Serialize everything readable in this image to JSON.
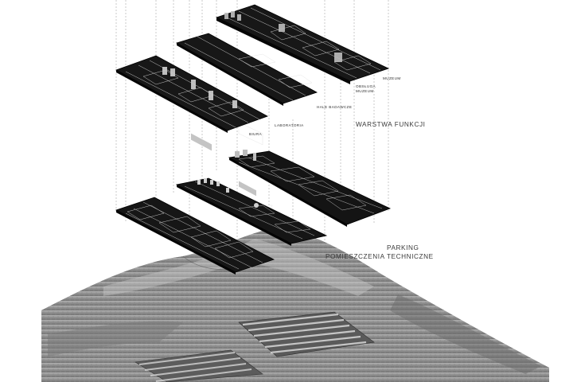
{
  "labels": {
    "muzeum": "MUZEUM",
    "obsluga_muzeum_1": "OBSŁUGA",
    "obsluga_muzeum_2": "MUZEUM",
    "hale_badawcze": "HALE BADAWCZE",
    "laboratoria": "LABORATORIA",
    "biura": "BIURA",
    "warstwa_funkcji": "WARSTWA FUNKCJI",
    "parking": "PARKING",
    "pomieszczenia_techniczne": "POMIESZCZENIA TECHNICZNE"
  },
  "colors": {
    "plate": "#1a1a1a",
    "plate_edge": "#050505",
    "linework": "#e0e0e0",
    "terrain": "#8e8e8e",
    "guide": "#9a9a9a"
  }
}
